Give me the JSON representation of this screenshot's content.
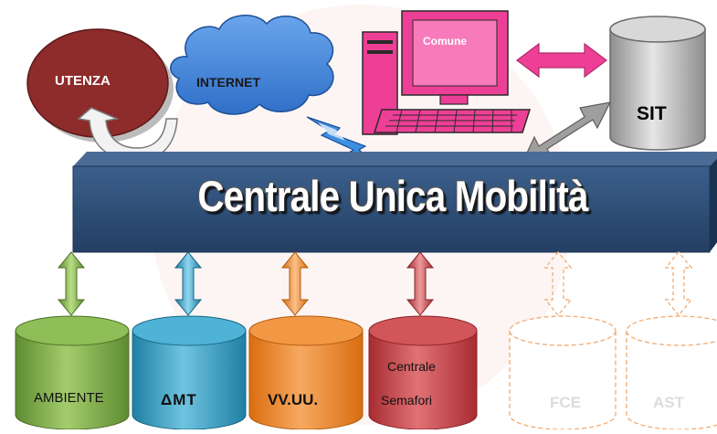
{
  "nodes": {
    "utenza": "UTENZA",
    "internet": "INTERNET",
    "comune": "Comune",
    "sit": "SIT",
    "central": "Centrale Unica Mobilità"
  },
  "databases": [
    {
      "label": "AMBIENTE",
      "color": "#7fb04a"
    },
    {
      "label": "ΔMT",
      "color": "#3aa0c4"
    },
    {
      "label": "VV.UU.",
      "color": "#ec8a2f"
    },
    {
      "label": "Semafori",
      "label_top": "Centrale",
      "color": "#c5454b"
    },
    {
      "label": "FCE",
      "color": "#f3b07a",
      "style": "dashed"
    },
    {
      "label": "AST",
      "color": "#f3b07a",
      "style": "dashed"
    }
  ],
  "colors": {
    "bar": "#2b4b73",
    "utenza": "#8e2b2b",
    "internet": "#3d7ed6",
    "computer": "#ee3f96",
    "sit": "#bdbdbd"
  }
}
